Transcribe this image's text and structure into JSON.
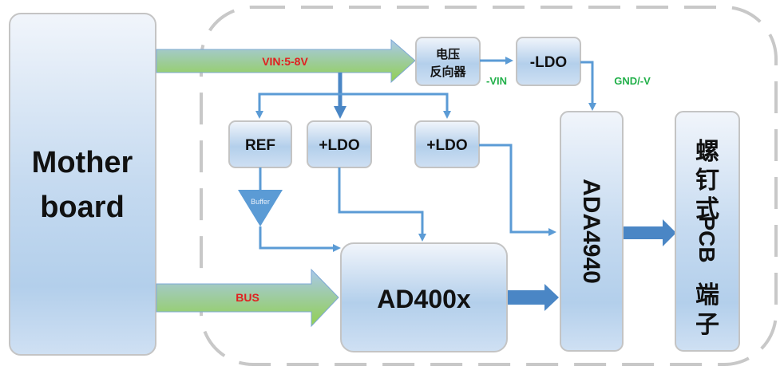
{
  "diagram": {
    "type": "block-diagram",
    "blocks": {
      "motherboard": {
        "line1": "Mother",
        "line2": "board"
      },
      "inverter": {
        "line1": "电压",
        "line2": "反向器"
      },
      "neg_ldo": {
        "label": "-LDO"
      },
      "ref": {
        "label": "REF"
      },
      "pos_ldo_1": {
        "label": "+LDO"
      },
      "pos_ldo_2": {
        "label": "+LDO"
      },
      "buffer": {
        "label": "Buffer"
      },
      "adc": {
        "label": "AD400x"
      },
      "amp": {
        "label": "ADA4940"
      },
      "terminal": {
        "chars": [
          "螺",
          "钉",
          "式",
          "PCB",
          "端",
          "子"
        ]
      }
    },
    "signals": {
      "vin": "VIN:5-8V",
      "bus": "BUS",
      "neg_vin": "-VIN",
      "gnd_neg_v": "GND/-V"
    },
    "colors": {
      "block_fill_top": "#eef3fa",
      "block_fill_bottom": "#b6d1ec",
      "block_border": "#c8c8c8",
      "wire": "#5b9bd5",
      "wire_dark": "#4a86c5",
      "fat_arrow_top": "#a9c8ea",
      "fat_arrow_bottom": "#92d050",
      "signal_red": "#e02020",
      "signal_green": "#22b04a",
      "dash_border": "#c8c8c8"
    }
  }
}
